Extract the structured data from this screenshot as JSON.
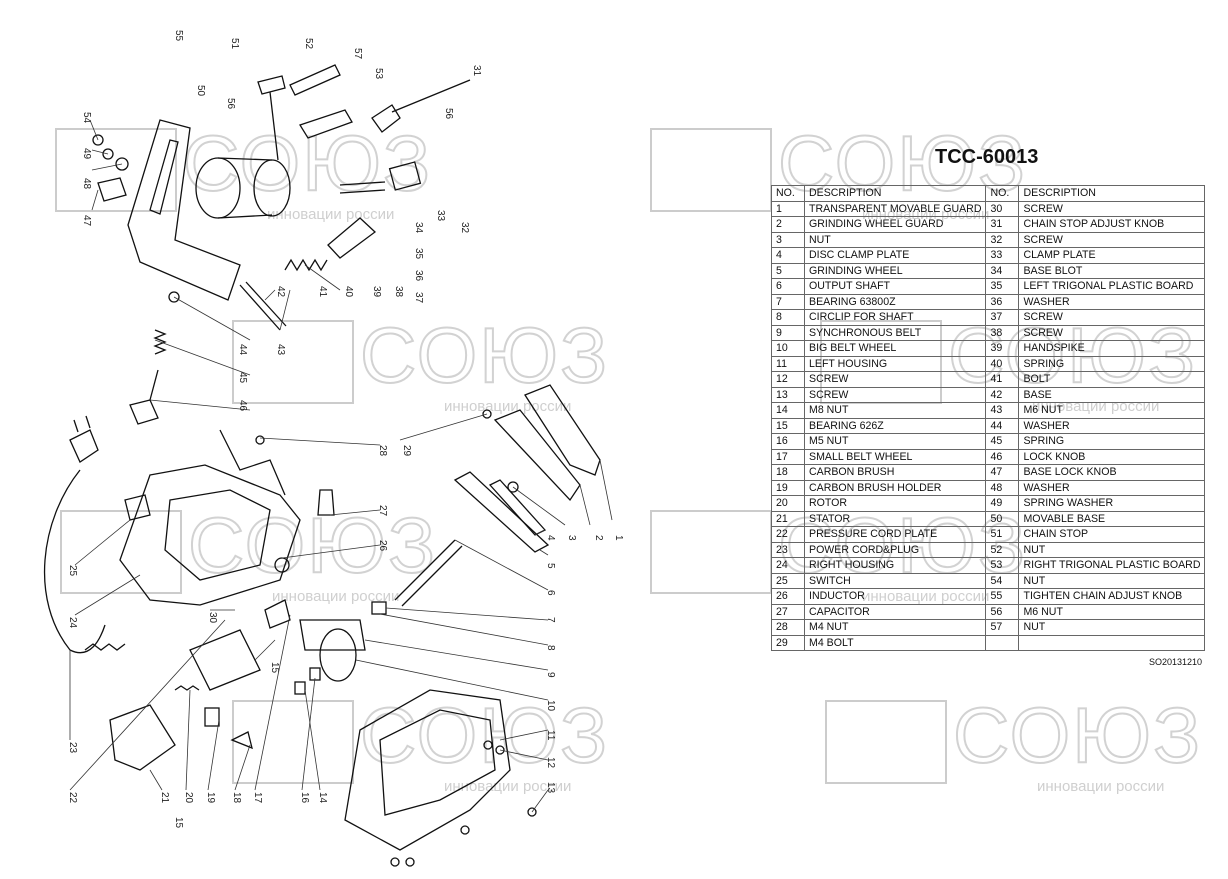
{
  "title": "TCC-60013",
  "doc_ref": "SO20131210",
  "watermark": {
    "brand": "СОЮЗ",
    "tagline": "инновации россии"
  },
  "table": {
    "headers": [
      "NO.",
      "DESCRIPTION",
      "NO.",
      "DESCRIPTION"
    ],
    "rows": [
      [
        "1",
        "TRANSPARENT MOVABLE GUARD",
        "30",
        "SCREW"
      ],
      [
        "2",
        "GRINDING WHEEL GUARD",
        "31",
        "CHAIN STOP ADJUST KNOB"
      ],
      [
        "3",
        "NUT",
        "32",
        "SCREW"
      ],
      [
        "4",
        "DISC CLAMP PLATE",
        "33",
        "CLAMP PLATE"
      ],
      [
        "5",
        "GRINDING WHEEL",
        "34",
        "BASE BLOT"
      ],
      [
        "6",
        "OUTPUT SHAFT",
        "35",
        "LEFT TRIGONAL PLASTIC BOARD"
      ],
      [
        "7",
        "BEARING 63800Z",
        "36",
        "WASHER"
      ],
      [
        "8",
        "CIRCLIP FOR SHAFT",
        "37",
        "SCREW"
      ],
      [
        "9",
        "SYNCHRONOUS BELT",
        "38",
        "SCREW"
      ],
      [
        "10",
        "BIG BELT WHEEL",
        "39",
        "HANDSPIKE"
      ],
      [
        "11",
        "LEFT HOUSING",
        "40",
        "SPRING"
      ],
      [
        "12",
        "SCREW",
        "41",
        "BOLT"
      ],
      [
        "13",
        "SCREW",
        "42",
        "BASE"
      ],
      [
        "14",
        "M8 NUT",
        "43",
        "M6 NUT"
      ],
      [
        "15",
        "BEARING 626Z",
        "44",
        "WASHER"
      ],
      [
        "16",
        "M5 NUT",
        "45",
        "SPRING"
      ],
      [
        "17",
        "SMALL BELT WHEEL",
        "46",
        "LOCK KNOB"
      ],
      [
        "18",
        "CARBON BRUSH",
        "47",
        "BASE LOCK KNOB"
      ],
      [
        "19",
        "CARBON BRUSH HOLDER",
        "48",
        "WASHER"
      ],
      [
        "20",
        "ROTOR",
        "49",
        "SPRING WASHER"
      ],
      [
        "21",
        "STATOR",
        "50",
        "MOVABLE BASE"
      ],
      [
        "22",
        "PRESSURE  CORD  PLATE",
        "51",
        "CHAIN STOP"
      ],
      [
        "23",
        "POWER CORD&PLUG",
        "52",
        "NUT"
      ],
      [
        "24",
        "RIGHT HOUSING",
        "53",
        "RIGHT TRIGONAL PLASTIC BOARD"
      ],
      [
        "25",
        "SWITCH",
        "54",
        "NUT"
      ],
      [
        "26",
        "INDUCTOR",
        "55",
        "TIGHTEN CHAIN ADJUST KNOB"
      ],
      [
        "27",
        "CAPACITOR",
        "56",
        "M6 NUT"
      ],
      [
        "28",
        "M4 NUT",
        "57",
        "NUT"
      ],
      [
        "29",
        "M4 BOLT",
        "",
        ""
      ]
    ]
  },
  "callouts": [
    "1",
    "2",
    "3",
    "4",
    "5",
    "6",
    "7",
    "8",
    "9",
    "10",
    "11",
    "12",
    "13",
    "14",
    "15",
    "15",
    "16",
    "17",
    "18",
    "19",
    "20",
    "21",
    "22",
    "23",
    "24",
    "25",
    "26",
    "27",
    "28",
    "29",
    "30",
    "31",
    "32",
    "33",
    "34",
    "35",
    "36",
    "37",
    "38",
    "39",
    "40",
    "41",
    "42",
    "43",
    "44",
    "45",
    "46",
    "47",
    "48",
    "49",
    "50",
    "51",
    "52",
    "53",
    "54",
    "55",
    "56",
    "56",
    "57"
  ]
}
